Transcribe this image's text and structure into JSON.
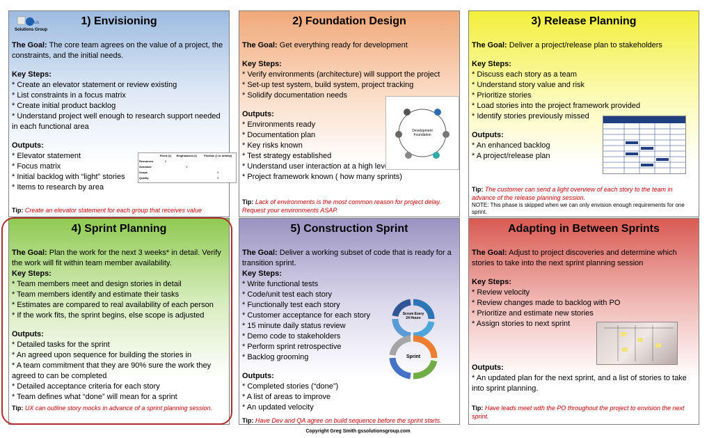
{
  "panels": {
    "envisioning": {
      "title": "1) Envisioning",
      "logo_text": "Solutions Group",
      "goal_label": "The Goal:",
      "goal_text": " The core team agrees on the value of a project, the constraints, and the initial needs.",
      "key_steps_label": "Key Steps:",
      "key_steps": [
        "* Create an elevator statement or review existing",
        "* List constraints in a focus matrix",
        "* Create initial product backlog",
        "* Understand project well enough to research support needed in each functional area"
      ],
      "outputs_label": "Outputs:",
      "outputs": [
        "* Elevator statement",
        "* Focus matrix",
        "* Initial backlog with “light” stories",
        "* Items to research by area"
      ],
      "tip_label": "Tip:",
      "tip_text": " Create an elevator statement for each group that receives value",
      "matrix": {
        "headers": [
          "",
          "Fixed (1)",
          "Emphasized (1)",
          "Flexible (1 to infinity)"
        ],
        "rows": [
          [
            "Resources",
            "X",
            "",
            ""
          ],
          [
            "Schedule",
            "",
            "X",
            ""
          ],
          [
            "Scope",
            "",
            "",
            "X"
          ],
          [
            "Quality",
            "",
            "",
            "X"
          ]
        ]
      }
    },
    "foundation": {
      "title": "2) Foundation Design",
      "goal_label": "The Goal:",
      "goal_text": " Get everything ready for development",
      "key_steps_label": "Key Steps:",
      "key_steps": [
        "* Verify environments (architecture) will support the project",
        "* Set-up test system, build system, project tracking",
        "* Solidify documentation needs"
      ],
      "outputs_label": "Outputs:",
      "outputs": [
        "* Environments ready",
        "* Documentation plan",
        "* Key risks known",
        "* Test strategy established",
        "* Understand user interaction at a high level",
        "* Project framework known ( how many sprints)"
      ],
      "tip_label": "Tip:",
      "tip_text": " Lack of environments is the most common reason for project delay. Request your environments ASAP.",
      "diagram_center": "Development Foundation"
    },
    "release": {
      "title": "3) Release Planning",
      "goal_label": "The Goal:",
      "goal_text": " Deliver a project/release plan to stakeholders",
      "key_steps_label": "Key Steps:",
      "key_steps": [
        "* Discuss each story as a team",
        "* Understand story value and risk",
        "* Prioritize stories",
        "* Load stories into the project framework provided",
        "* Identify stories previously missed"
      ],
      "outputs_label": "Outputs:",
      "outputs": [
        "* An enhanced backlog",
        "* A project/release plan"
      ],
      "tip_label": "Tip:",
      "tip_text": " The customer can send a light overview of each story to the team in advance of the release planning session.",
      "note": "NOTE: This phase is skipped when we can only envision enough requirements for one sprint."
    },
    "sprint_planning": {
      "title": "4) Sprint Planning",
      "goal_label": "The Goal:",
      "goal_text": " Plan the work for the next 3 weeks* in detail. Verify the work will fit within team member availability.",
      "key_steps_label": "Key Steps:",
      "key_steps": [
        "* Team members meet and design stories in detail",
        "* Team members identify and estimate their tasks",
        "* Estimates are compared to real availability of each person",
        "* If the work fits, the sprint begins, else scope is adjusted"
      ],
      "outputs_label": "Outputs:",
      "outputs": [
        "* Detailed tasks for the sprint",
        "* An agreed upon sequence for building the stories in",
        "* A team commitment that they are 90% sure the work they agreed to can be completed",
        "* Detailed acceptance criteria for each story",
        "* Team defines what “done” will mean for a sprint"
      ],
      "tip_label": "Tip:",
      "tip_text": " UX can outline story mocks in advance of a sprint planning session."
    },
    "construction": {
      "title": "5) Construction Sprint",
      "goal_label": "The Goal:",
      "goal_text": " Deliver a working subset of code that is ready for a transition sprint.",
      "key_steps_label": "Key Steps:",
      "key_steps": [
        "* Write functional tests",
        "* Code/unit test each story",
        "* Functionally test each story",
        "* Customer acceptance for each story",
        "* 15 minute daily status review",
        "* Demo code to stakeholders",
        "* Perform sprint retrospective",
        "* Backlog grooming"
      ],
      "outputs_label": "Outputs:",
      "outputs": [
        "* Completed stories (“done”)",
        "* A list of areas to improve",
        "* An updated velocity"
      ],
      "tip_label": "Tip:",
      "tip_text": " Have Dev and QA agree on build sequence before the sprint starts.",
      "cycle_top": "Scrum Every 24 Hours",
      "cycle_bottom": "Sprint"
    },
    "adapting": {
      "title": "Adapting in Between Sprints",
      "goal_label": "The Goal:",
      "goal_text": " Adjust to project discoveries and determine which stories to take into the next sprint planning session",
      "key_steps_label": "Key Steps:",
      "key_steps": [
        "* Review velocity",
        "* Review changes made to backlog with PO",
        "* Prioritize and estimate new stories",
        "* Assign stories to next sprint"
      ],
      "outputs_label": "Outputs:",
      "outputs": [
        "* An updated plan for the next sprint, and a list of stories to take into sprint planning."
      ],
      "tip_label": "Tip:",
      "tip_text": " Have leads meet with the PO throughout the project to envision the next sprint."
    }
  },
  "footer": {
    "copyright": "Copyright Greg Smith  gssolutionsgroup.com"
  },
  "colors": {
    "tip_text": "#c00000",
    "highlight_ring": "#b02a2a"
  }
}
